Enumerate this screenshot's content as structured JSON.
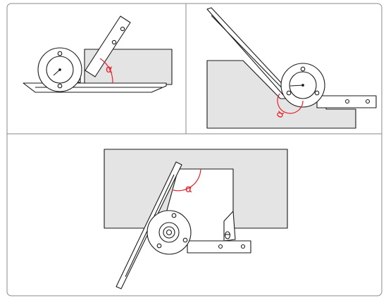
{
  "labels": {
    "panel_1_angle": "α",
    "panel_2_angle": "α",
    "panel_3_angle": "α"
  },
  "colors": {
    "outline": "#1a1a1a",
    "workpiece_fill": "#e4e4e4",
    "angle_marker": "#e8202a",
    "frame": "#8a8a8a"
  }
}
